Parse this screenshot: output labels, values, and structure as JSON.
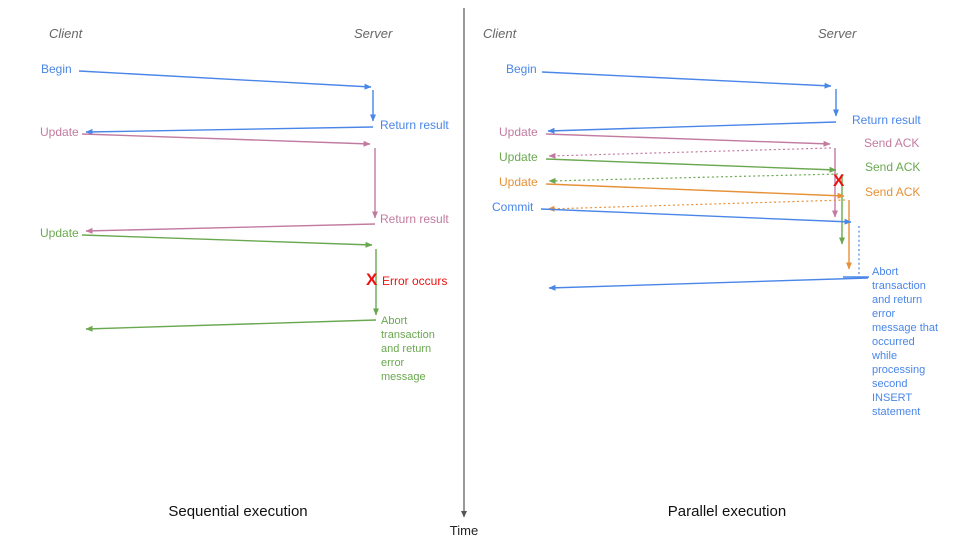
{
  "colors": {
    "blue": "#4a86e8",
    "pink": "#c27ba0",
    "green": "#6aa84f",
    "orange": "#e69138",
    "red": "#ee1111",
    "axis": "#555555",
    "heading": "#666666",
    "caption": "#111111"
  },
  "time_axis": {
    "label": "Time"
  },
  "left_panel": {
    "caption": "Sequential execution",
    "client_heading": "Client",
    "server_heading": "Server",
    "labels": {
      "begin": "Begin",
      "return_result_1": "Return result",
      "update_1": "Update",
      "return_result_2": "Return result",
      "update_2": "Update",
      "error_mark": "X",
      "error_text": "Error occurs",
      "abort_note": "Abort transaction and return error message"
    }
  },
  "right_panel": {
    "caption": "Parallel execution",
    "client_heading": "Client",
    "server_heading": "Server",
    "labels": {
      "begin": "Begin",
      "return_result": "Return result",
      "update_1": "Update",
      "send_ack_1": "Send ACK",
      "update_2": "Update",
      "send_ack_2": "Send ACK",
      "update_3": "Update",
      "send_ack_3": "Send ACK",
      "commit": "Commit",
      "error_mark": "X",
      "abort_note": "Abort transaction and return error message that occurred while processing second INSERT statement"
    }
  }
}
